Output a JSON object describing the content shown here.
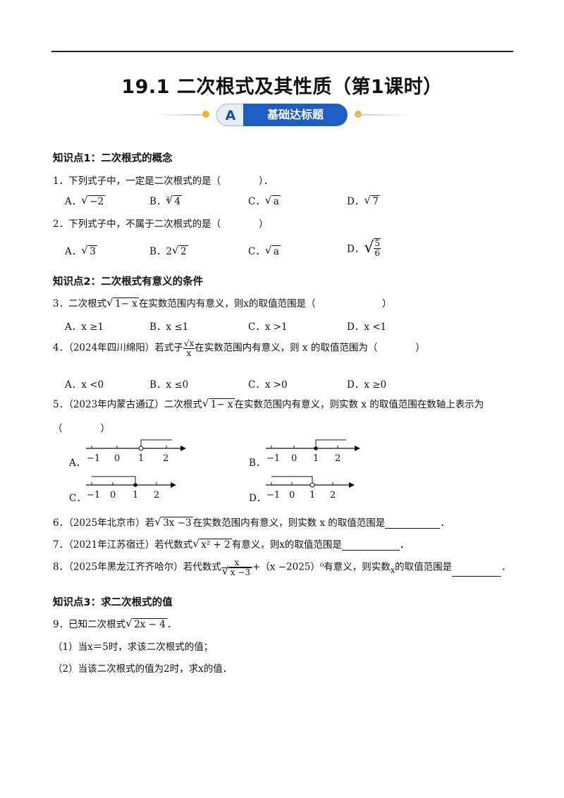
{
  "title": "19.1 二次根式及其性质（第1课时）",
  "badge": {
    "letter": "A",
    "label": "基础达标题"
  },
  "sections": {
    "s1": "知识点1：二次根式的概念",
    "s2": "知识点2：二次根式有意义的条件",
    "s3": "知识点3：求二次根式的值"
  },
  "q1": {
    "text": "1．下列式子中，一定是二次根式的是（　　　　）．",
    "a": "A．",
    "a_rad": "−2",
    "b": "B．",
    "b_idx": "3",
    "b_rad": "4",
    "c": "C．",
    "c_rad": "a",
    "d": "D．",
    "d_rad": "7"
  },
  "q2": {
    "text": "2．下列式子中，不属于二次根式的是（　　　　）",
    "a": "A．",
    "a_rad": "3",
    "b": "B．",
    "b_coef": "2",
    "b_rad": "2",
    "c": "C．",
    "c_rad": "a",
    "d": "D．",
    "d_num": "5",
    "d_den": "6"
  },
  "q3": {
    "pre": "3．二次根式",
    "rad": "1− x",
    "post": "在实数范围内有意义，则x的取值范围是（　　　　　　　）",
    "a": "A．x ≥1",
    "b": "B．x ≤1",
    "c": "C．x >1",
    "d": "D．x <1"
  },
  "q4": {
    "pre": "4．（2024年四川绵阳）若式子",
    "num": "√x",
    "den": "x",
    "post": "在实数范围内有意义，则 x 的取值范围为（　　　　）",
    "a": "A．x <0",
    "b": "B．x ≤0",
    "c": "C．x >0",
    "d": "D．x ≥0"
  },
  "q5": {
    "pre": "5．（2023年内蒙古通辽）二次根式",
    "rad": "1− x",
    "post": "在实数范围内有意义，则实数 x 的取值范围在数轴上表示为",
    "paren": "（　　　　）",
    "a": "A．",
    "b": "B．",
    "c": "C．",
    "d": "D．",
    "ticks": [
      "−1",
      "0",
      "1",
      "2"
    ]
  },
  "q6": {
    "pre": "6．（2025年北京市）若",
    "rad": "3x −3",
    "post": "在实数范围内有意义，则实数 x 的取值范围是",
    "end": "．"
  },
  "q7": {
    "pre": "7．（2021年江苏宿迁）若代数式",
    "rad": "x² + 2",
    "post": "有意义，则x的取值范围是",
    "end": "．"
  },
  "q8": {
    "pre": "8．（2025年黑龙江齐齐哈尔）若代数式",
    "num": "x",
    "den_rad": "x −3",
    "mid": "+（x −2025）⁰有意义，则实数",
    "var": "x",
    "post": "的取值范围是",
    "end": "．"
  },
  "q9": {
    "pre": "9．已知二次根式",
    "rad": "2x − 4",
    "end": "．",
    "p1": "（1）当x＝5时，求该二次根式的值；",
    "p2": "（2）当该二次根式的值为2时，求x的值．"
  }
}
